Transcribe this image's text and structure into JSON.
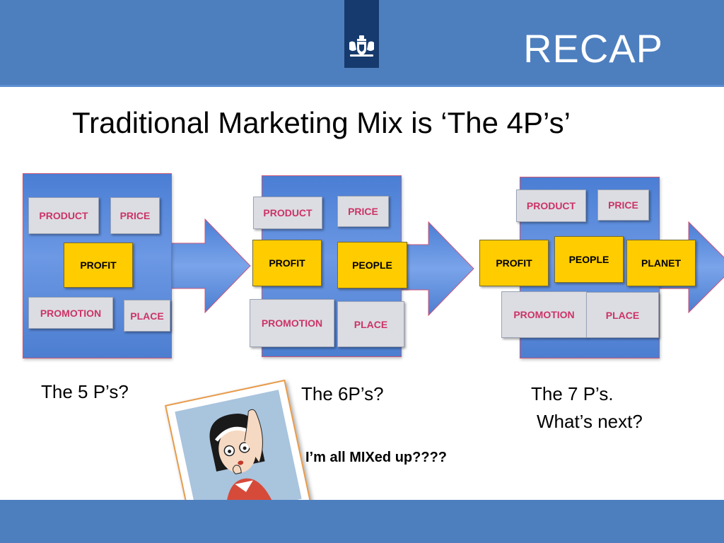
{
  "header": {
    "slide_label": "RECAP",
    "logo_icon": "royal-coat-of-arms-icon",
    "band_color": "#4d7fbf",
    "logo_color": "#163a6d"
  },
  "title": "Traditional Marketing Mix is ‘The 4P’s’",
  "groups": [
    {
      "caption": [
        "The 5 P’s?"
      ],
      "boxes": {
        "product": "PRODUCT",
        "price": "PRICE",
        "profit": "PROFIT",
        "promotion": "PROMOTION",
        "place": "PLACE"
      }
    },
    {
      "caption": [
        "The 6P’s?"
      ],
      "boxes": {
        "product": "PRODUCT",
        "price": "PRICE",
        "profit": "PROFIT",
        "people": "PEOPLE",
        "promotion": "PROMOTION",
        "place": "PLACE"
      }
    },
    {
      "caption": [
        "The 7 P’s.",
        "What’s next?"
      ],
      "boxes": {
        "product": "PRODUCT",
        "price": "PRICE",
        "profit": "PROFIT",
        "people": "PEOPLE",
        "planet": "PLANET",
        "promotion": "PROMOTION",
        "place": "PLACE"
      }
    }
  ],
  "image_caption": "I’m all MIXed up????",
  "colors": {
    "panel": "#5a8ada",
    "grey_box": "#dcdde2",
    "grey_text": "#cc3366",
    "yellow_box": "#ffcc00"
  }
}
